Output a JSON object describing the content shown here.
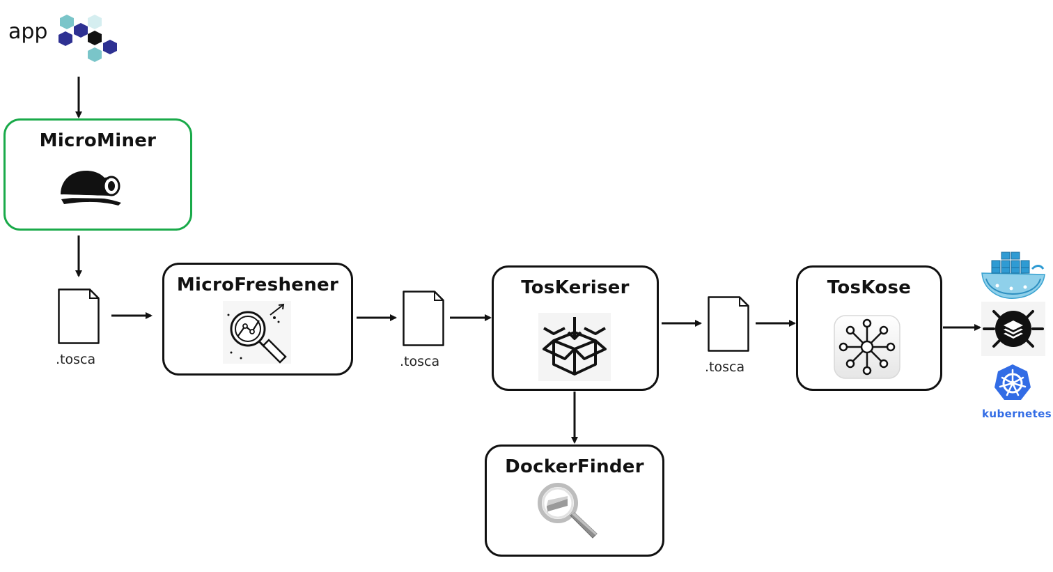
{
  "app": {
    "label": "app",
    "logo": "hexagon-cluster-logo"
  },
  "tools": {
    "microminer": {
      "title": "MicroMiner",
      "icon": "miner-helmet-icon"
    },
    "microfreshener": {
      "title": "MicroFreshener",
      "icon": "analysis-magnifier-icon"
    },
    "toskeriser": {
      "title": "TosKeriser",
      "icon": "package-box-icon"
    },
    "toskose": {
      "title": "TosKose",
      "icon": "hub-network-icon"
    },
    "dockerfinder": {
      "title": "DockerFinder",
      "icon": "container-search-icon"
    }
  },
  "files": [
    ".tosca",
    ".tosca",
    ".tosca"
  ],
  "targets": {
    "docker_logo": "docker-swarm-whale-icon",
    "compose_logo": "stack-layers-icon",
    "kubernetes_label": "kubernetes"
  },
  "colors": {
    "highlight_border": "#1aaa4a",
    "hex_teal": "#7ac5c9",
    "hex_navy": "#2e3192",
    "hex_black": "#111111",
    "hex_light": "#d5eef0",
    "kubernetes_blue": "#326ce5"
  }
}
